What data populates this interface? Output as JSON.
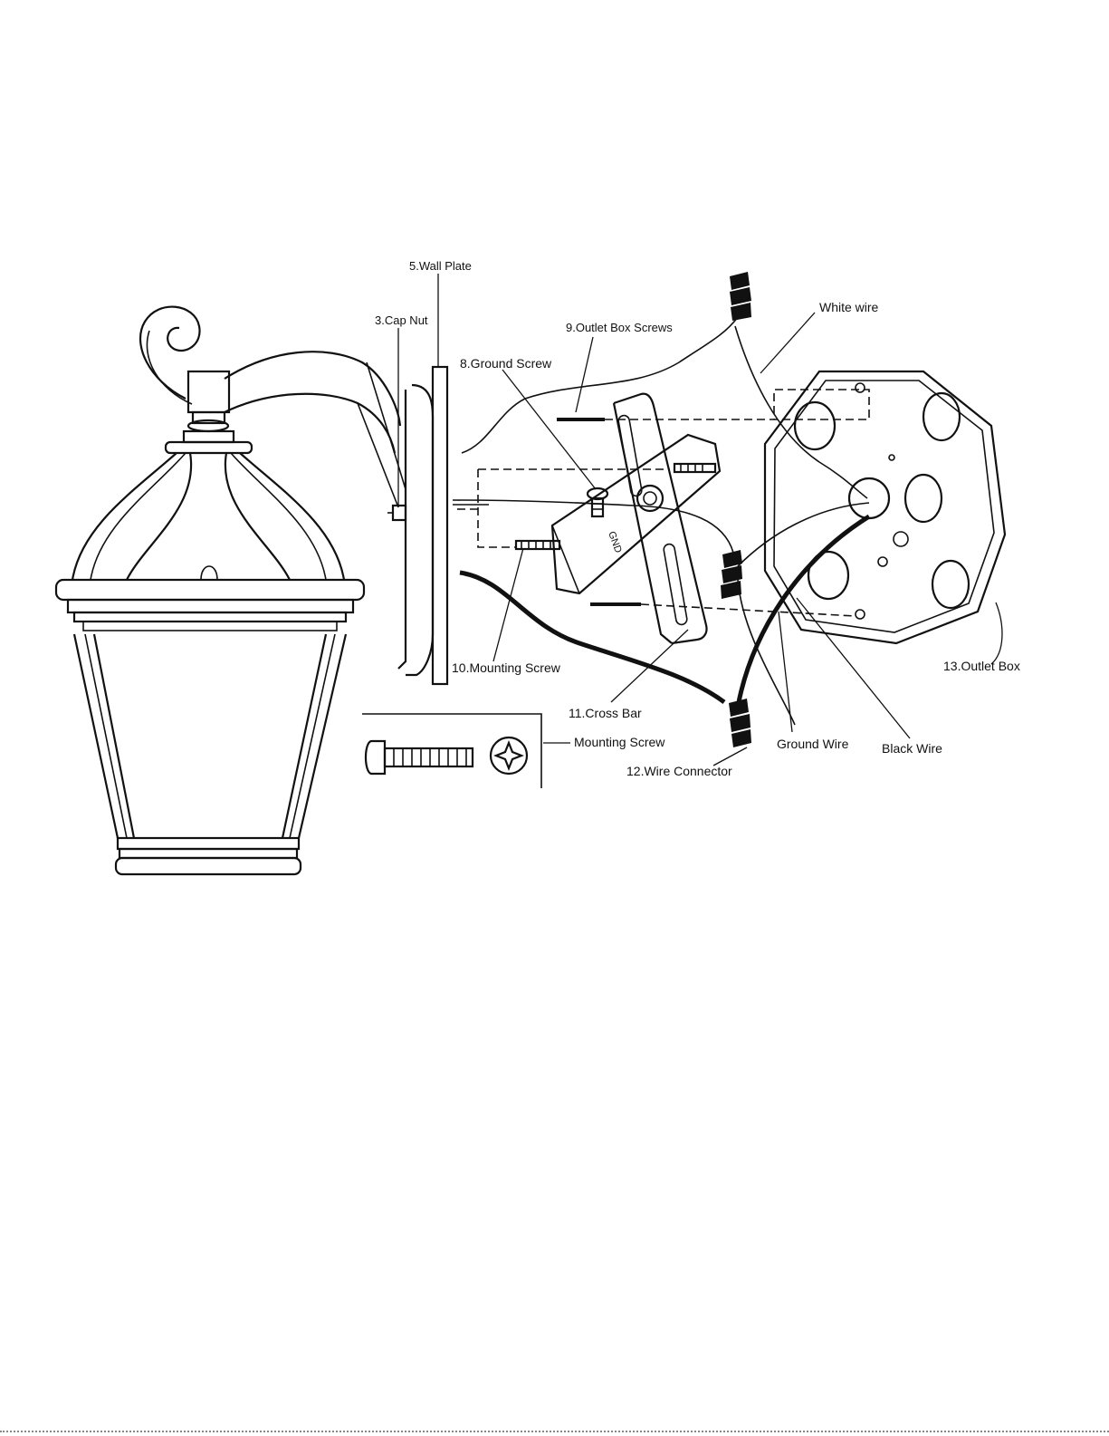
{
  "diagram": {
    "labels": {
      "wall_plate": "5.Wall Plate",
      "cap_nut": "3.Cap Nut",
      "outlet_box_screws": "9.Outlet Box Screws",
      "white_wire": "White wire",
      "ground_screw": "8.Ground Screw",
      "mounting_screw_10": "10.Mounting Screw",
      "cross_bar": "11.Cross Bar",
      "mounting_screw_detail": "Mounting Screw",
      "wire_connector": "12.Wire Connector",
      "ground_wire": "Ground Wire",
      "black_wire": "Black Wire",
      "outlet_box": "13.Outlet Box",
      "gnd_mark": "GND"
    }
  }
}
